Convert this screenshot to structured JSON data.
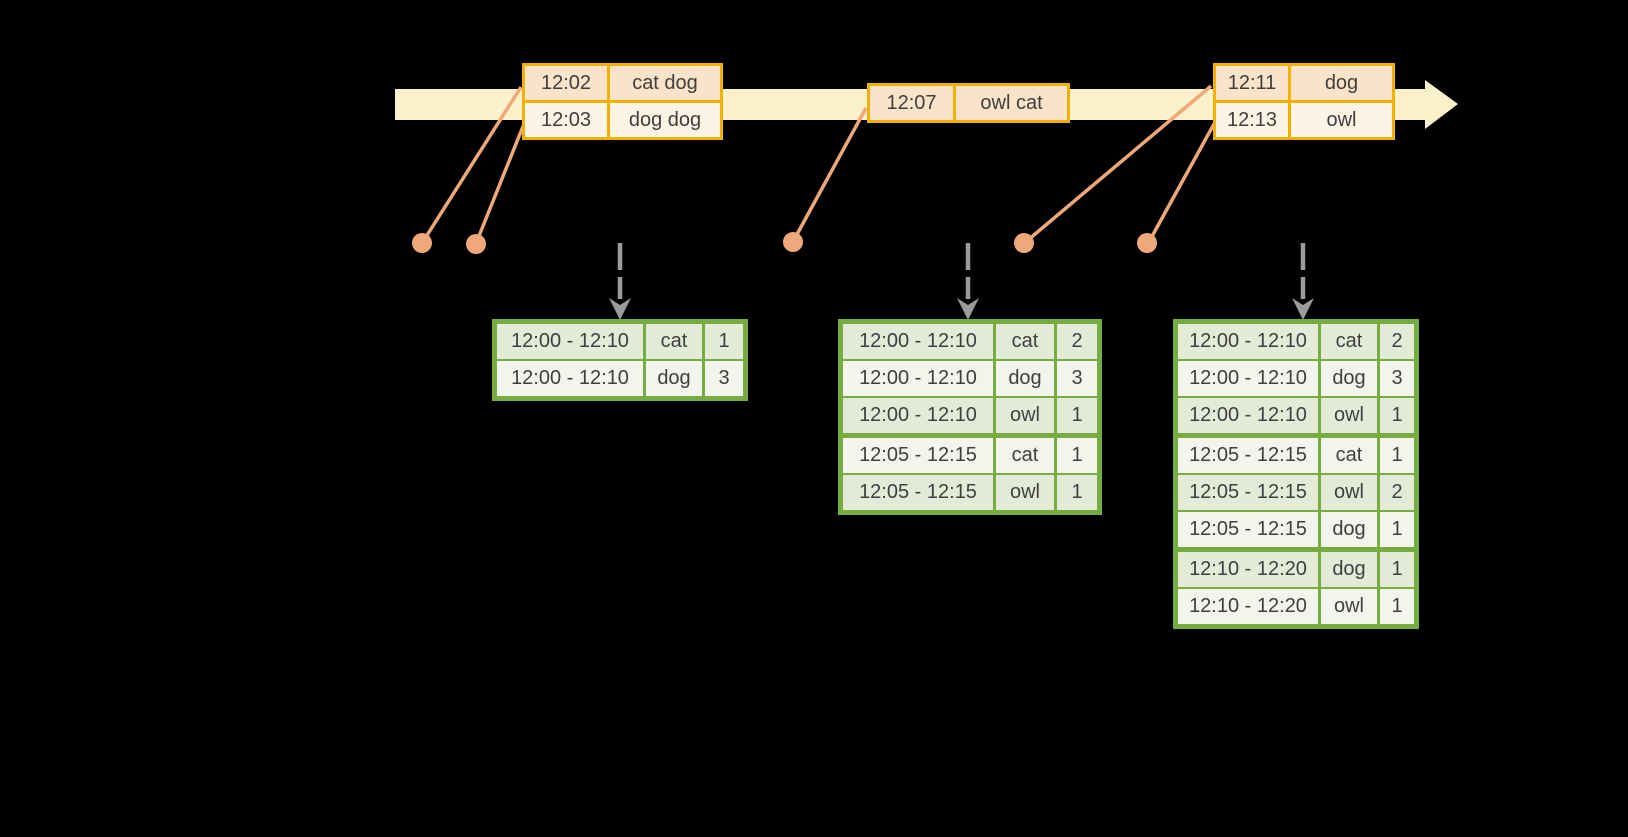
{
  "colors": {
    "band": "#FAF0C9",
    "gold": "#F2B100",
    "peach_dark": "#FAE3C8",
    "peach_light": "#FDF4E5",
    "orange": "#EFA87A",
    "gray": "#9B9B9B",
    "green": "#77AC41",
    "green_cell_dark": "#E3EBD8",
    "green_cell_light": "#F1F5EC",
    "text": "#3F3F3F",
    "background": "#000000"
  },
  "icons": {
    "timeline_arrowhead": "right-pointing arrow",
    "trigger_arrow": "downward dashed arrow",
    "event_dot": "filled circle marker"
  },
  "event_tables": [
    {
      "name": "input-events-1",
      "rows": [
        {
          "time": "12:02",
          "words": "cat dog"
        },
        {
          "time": "12:03",
          "words": "dog dog"
        }
      ]
    },
    {
      "name": "input-events-2",
      "rows": [
        {
          "time": "12:07",
          "words": "owl cat"
        }
      ]
    },
    {
      "name": "input-events-3",
      "rows": [
        {
          "time": "12:11",
          "words": "dog"
        },
        {
          "time": "12:13",
          "words": "owl"
        }
      ]
    }
  ],
  "result_tables": [
    {
      "name": "result-table-1",
      "rows": [
        {
          "window": "12:00 - 12:10",
          "word": "cat",
          "count": "1"
        },
        {
          "window": "12:00 - 12:10",
          "word": "dog",
          "count": "3"
        }
      ]
    },
    {
      "name": "result-table-2",
      "rows": [
        {
          "window": "12:00 - 12:10",
          "word": "cat",
          "count": "2"
        },
        {
          "window": "12:00 - 12:10",
          "word": "dog",
          "count": "3"
        },
        {
          "window": "12:00 - 12:10",
          "word": "owl",
          "count": "1"
        },
        {
          "window": "12:05 - 12:15",
          "word": "cat",
          "count": "1"
        },
        {
          "window": "12:05 - 12:15",
          "word": "owl",
          "count": "1"
        }
      ]
    },
    {
      "name": "result-table-3",
      "rows": [
        {
          "window": "12:00 - 12:10",
          "word": "cat",
          "count": "2"
        },
        {
          "window": "12:00 - 12:10",
          "word": "dog",
          "count": "3"
        },
        {
          "window": "12:00 - 12:10",
          "word": "owl",
          "count": "1"
        },
        {
          "window": "12:05 - 12:15",
          "word": "cat",
          "count": "1"
        },
        {
          "window": "12:05 - 12:15",
          "word": "owl",
          "count": "2"
        },
        {
          "window": "12:05 - 12:15",
          "word": "dog",
          "count": "1"
        },
        {
          "window": "12:10 - 12:20",
          "word": "dog",
          "count": "1"
        },
        {
          "window": "12:10 - 12:20",
          "word": "owl",
          "count": "1"
        }
      ]
    }
  ]
}
